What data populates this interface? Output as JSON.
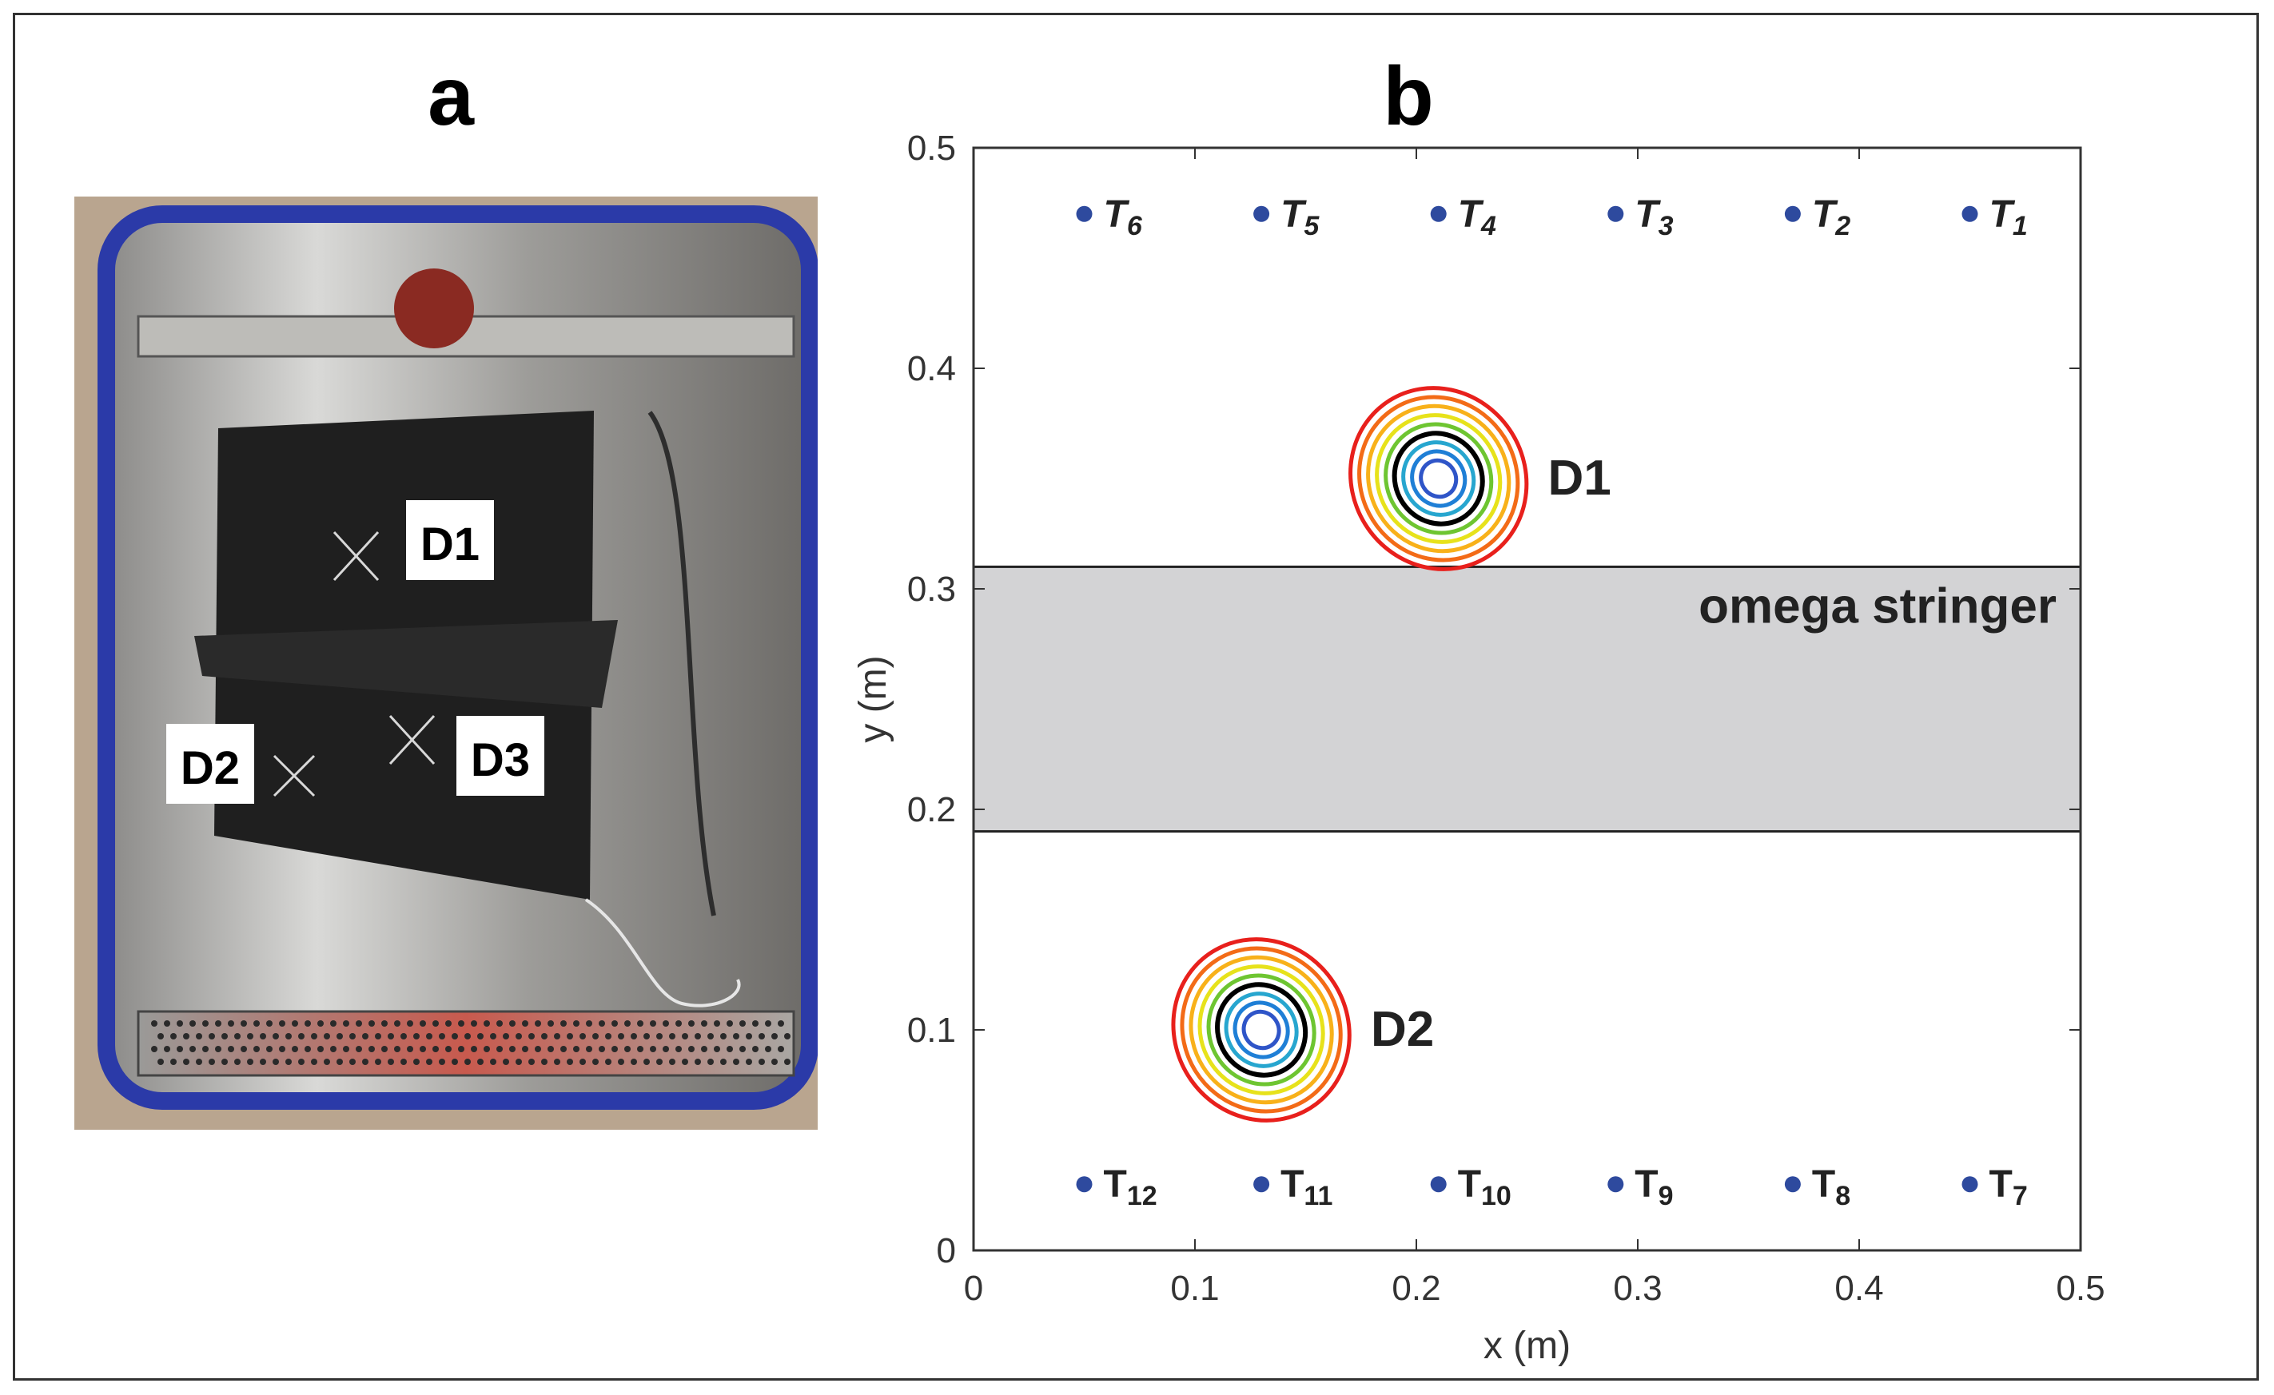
{
  "panels": {
    "a": {
      "letter": "a",
      "photo_labels": [
        "D1",
        "D2",
        "D3"
      ],
      "description_icon": "environmental-chamber-photo"
    },
    "b": {
      "letter": "b"
    }
  },
  "chart_data": {
    "type": "scatter",
    "xlabel": "x (m)",
    "ylabel": "y (m)",
    "xlim": [
      0,
      0.5
    ],
    "ylim": [
      0,
      0.5
    ],
    "xticks": [
      "0",
      "0.1",
      "0.2",
      "0.3",
      "0.4",
      "0.5"
    ],
    "yticks": [
      "0",
      "0.1",
      "0.2",
      "0.3",
      "0.4",
      "0.5"
    ],
    "grid": false,
    "stringer": {
      "label": "omega stringer",
      "y_range": [
        0.19,
        0.31
      ],
      "color": "#d3d3d5"
    },
    "sensors": [
      {
        "base": "T",
        "sub": "1",
        "x": 0.45,
        "y": 0.47,
        "label_style": "italic"
      },
      {
        "base": "T",
        "sub": "2",
        "x": 0.37,
        "y": 0.47,
        "label_style": "italic"
      },
      {
        "base": "T",
        "sub": "3",
        "x": 0.29,
        "y": 0.47,
        "label_style": "italic"
      },
      {
        "base": "T",
        "sub": "4",
        "x": 0.21,
        "y": 0.47,
        "label_style": "italic"
      },
      {
        "base": "T",
        "sub": "5",
        "x": 0.13,
        "y": 0.47,
        "label_style": "italic"
      },
      {
        "base": "T",
        "sub": "6",
        "x": 0.05,
        "y": 0.47,
        "label_style": "italic"
      },
      {
        "base": "T",
        "sub": "7",
        "x": 0.45,
        "y": 0.03,
        "label_style": "normal"
      },
      {
        "base": "T",
        "sub": "8",
        "x": 0.37,
        "y": 0.03,
        "label_style": "normal"
      },
      {
        "base": "T",
        "sub": "9",
        "x": 0.29,
        "y": 0.03,
        "label_style": "normal"
      },
      {
        "base": "T",
        "sub": "10",
        "x": 0.21,
        "y": 0.03,
        "label_style": "normal"
      },
      {
        "base": "T",
        "sub": "11",
        "x": 0.13,
        "y": 0.03,
        "label_style": "normal"
      },
      {
        "base": "T",
        "sub": "12",
        "x": 0.05,
        "y": 0.03,
        "label_style": "normal"
      }
    ],
    "damages": [
      {
        "label": "D1",
        "x": 0.21,
        "y": 0.35,
        "rx": 0.026,
        "ry": 0.044,
        "rotation_deg": 32
      },
      {
        "label": "D2",
        "x": 0.13,
        "y": 0.1,
        "rx": 0.026,
        "ry": 0.044,
        "rotation_deg": 32
      }
    ],
    "contour_colors": [
      "#e8201c",
      "#f36b17",
      "#f8b11a",
      "#e7e21b",
      "#6ec531",
      "#000000",
      "#27a6cf",
      "#1f7fd6",
      "#2f55c8",
      "#ffffff"
    ],
    "sensor_color": "#2e4a9e"
  }
}
